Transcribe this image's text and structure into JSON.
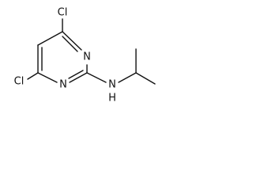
{
  "molecule": {
    "atoms": {
      "cl_top": "Cl",
      "n_ring_upper": "N",
      "n_ring_lower": "N",
      "cl_bottom": "Cl",
      "nh": "N",
      "h": "H"
    }
  }
}
